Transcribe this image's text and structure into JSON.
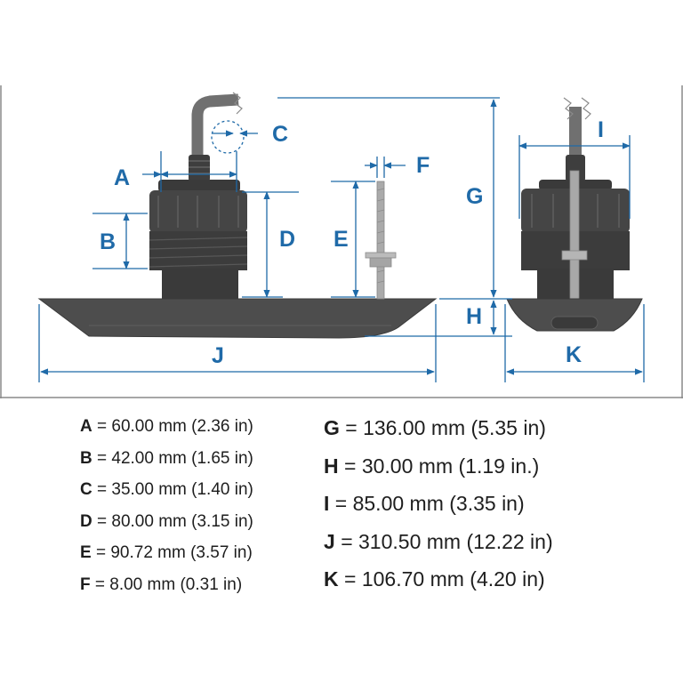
{
  "colors": {
    "dimension_blue": "#1f6aa8",
    "part_dark": "#3a3a3a",
    "part_mid": "#4d4d4d",
    "cable_gray": "#707070",
    "frame_gray": "#8a8a8a"
  },
  "diagram": {
    "labels": {
      "a": "A",
      "b": "B",
      "c": "C",
      "d": "D",
      "e": "E",
      "f": "F",
      "g": "G",
      "h": "H",
      "i": "I",
      "j": "J",
      "k": "K"
    }
  },
  "legend": {
    "left": [
      {
        "key": "A",
        "text": "= 60.00 mm (2.36 in)"
      },
      {
        "key": "B",
        "text": "= 42.00 mm (1.65 in)"
      },
      {
        "key": "C",
        "text": "= 35.00 mm (1.40 in)"
      },
      {
        "key": "D",
        "text": "= 80.00 mm (3.15 in)"
      },
      {
        "key": "E",
        "text": "= 90.72 mm (3.57 in)"
      },
      {
        "key": "F",
        "text": "= 8.00 mm (0.31 in)"
      }
    ],
    "right": [
      {
        "key": "G",
        "text": "= 136.00 mm (5.35 in)"
      },
      {
        "key": "H",
        "text": "= 30.00 mm (1.19 in.)"
      },
      {
        "key": "I",
        "text": "= 85.00 mm (3.35 in)"
      },
      {
        "key": "J",
        "text": "= 310.50 mm (12.22 in)"
      },
      {
        "key": "K",
        "text": "= 106.70 mm (4.20 in)"
      }
    ]
  }
}
